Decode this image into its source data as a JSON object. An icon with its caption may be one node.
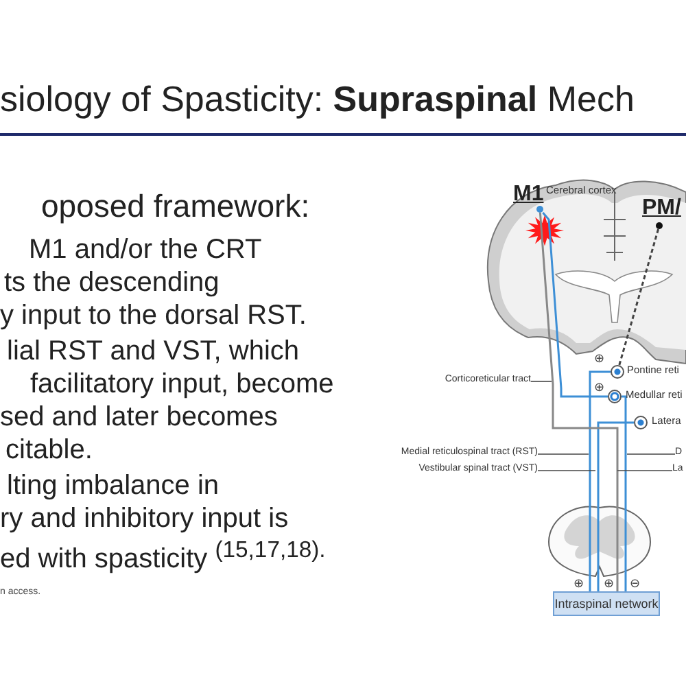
{
  "diagram": {
    "title": "siology of Spasticity: **Supraspinal** Mech",
    "nodes": [
      {
        "text": [
          "Intraspinal network"
        ]
      },
      {
        "text": [],
        "shape": "circle",
        "beside": [
          "Pontine reti"
        ]
      },
      {
        "text": [],
        "shape": "circle",
        "beside": [
          "Medullar reti"
        ]
      },
      {
        "text": [],
        "shape": "circle",
        "beside": [
          "Latera"
        ]
      },
      {
        "text": [],
        "shape": "circle",
        "beside": [
          "M1"
        ]
      },
      {
        "text": [],
        "shape": "circle",
        "beside": [
          "PM/"
        ]
      },
      {
        "text": [
          "Corticoreticular tract"
        ]
      },
      {
        "text": [
          "Medial reticulospinal tract (RST)"
        ]
      },
      {
        "text": [
          "Vestibular spinal tract (VST)"
        ]
      },
      {
        "text": [
          "D"
        ]
      },
      {
        "text": [
          "La"
        ]
      }
    ],
    "edges": [
      {
        "from": 1,
        "to": 0,
        "arrow": "none",
        "color": "#3d8fd6"
      },
      {
        "from": 2,
        "to": 0,
        "arrow": "none",
        "color": "#3d8fd6"
      },
      {
        "from": 3,
        "to": 0,
        "arrow": "none",
        "color": "#3d8fd6"
      },
      {
        "from": 4,
        "to": 2,
        "arrow": "none",
        "color": "#3d8fd6"
      },
      {
        "from": 4,
        "to": 0,
        "arrow": "none",
        "color": "#888888"
      },
      {
        "from": 5,
        "to": 1,
        "arrow": "none",
        "style": "dashed"
      },
      {
        "from": 6,
        "to": null,
        "arrow": "none"
      },
      {
        "from": 7,
        "to": null,
        "arrow": "none"
      },
      {
        "from": 8,
        "to": null,
        "arrow": "none"
      },
      {
        "from": 9,
        "to": null,
        "arrow": "none"
      },
      {
        "from": 10,
        "to": null,
        "arrow": "none"
      }
    ],
    "labels": [
      "oposed framework:",
      "M1 and/or the CRT",
      "ts the descending",
      "y input to the dorsal RST.",
      "lial RST and VST, which",
      "facilitatory input, become",
      "sed and later becomes",
      "citable.",
      "lting imbalance in",
      "ry and inhibitory input is",
      "ed with spasticity $^{(15,17,18).}$",
      "n access.",
      "Cerebral cortex",
      "⊕",
      "⊕",
      "⊕",
      "⊕",
      "⊖"
    ]
  }
}
